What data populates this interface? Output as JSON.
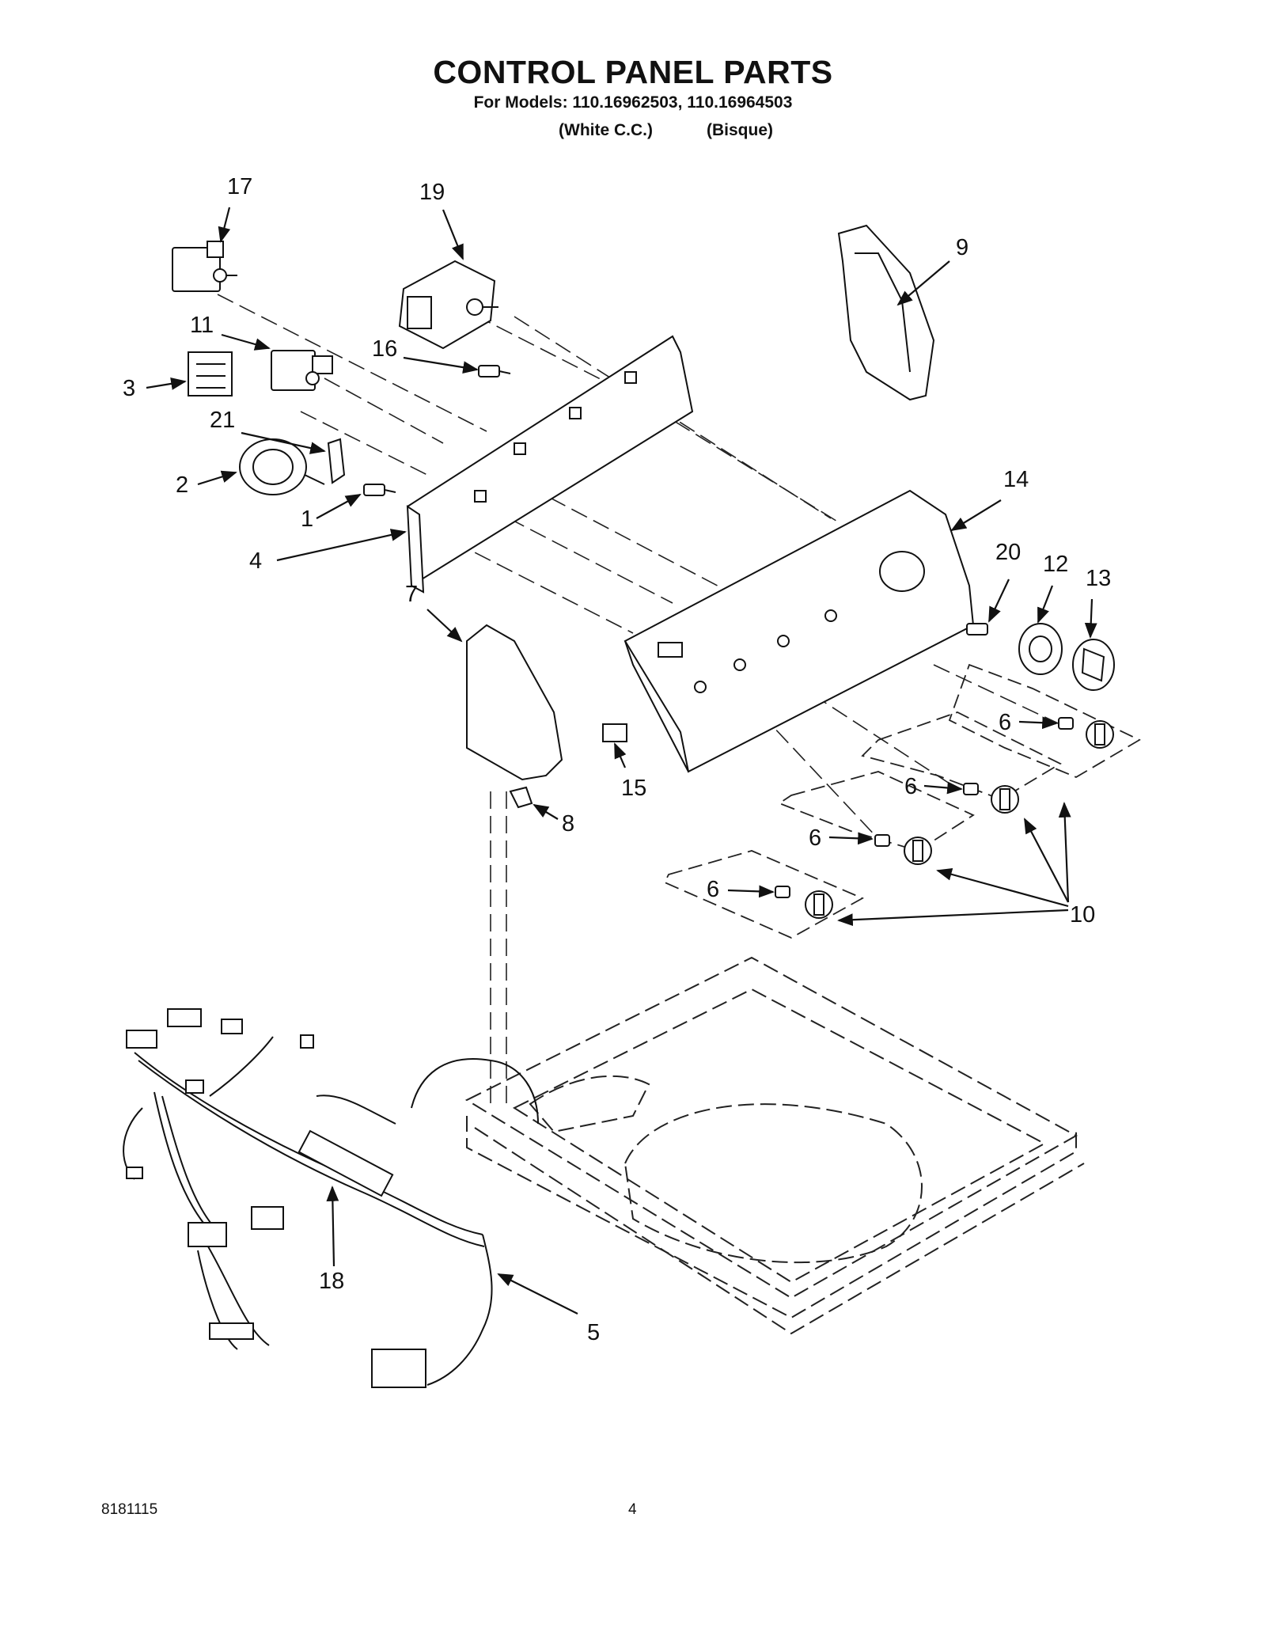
{
  "header": {
    "title": "CONTROL PANEL PARTS",
    "models_line": "For Models: 110.16962503, 110.16964503",
    "variant_white": "(White C.C.)",
    "variant_bisque": "(Bisque)"
  },
  "callouts": {
    "17": "17",
    "19": "19",
    "9": "9",
    "11": "11",
    "16": "16",
    "3": "3",
    "21": "21",
    "2": "2",
    "1": "1",
    "4": "4",
    "14": "14",
    "20": "20",
    "12": "12",
    "13": "13",
    "7": "7",
    "6a": "6",
    "6b": "6",
    "6c": "6",
    "6d": "6",
    "15": "15",
    "8": "8",
    "10": "10",
    "18": "18",
    "5": "5"
  },
  "footer": {
    "doc_number": "8181115",
    "page_number": "4"
  }
}
